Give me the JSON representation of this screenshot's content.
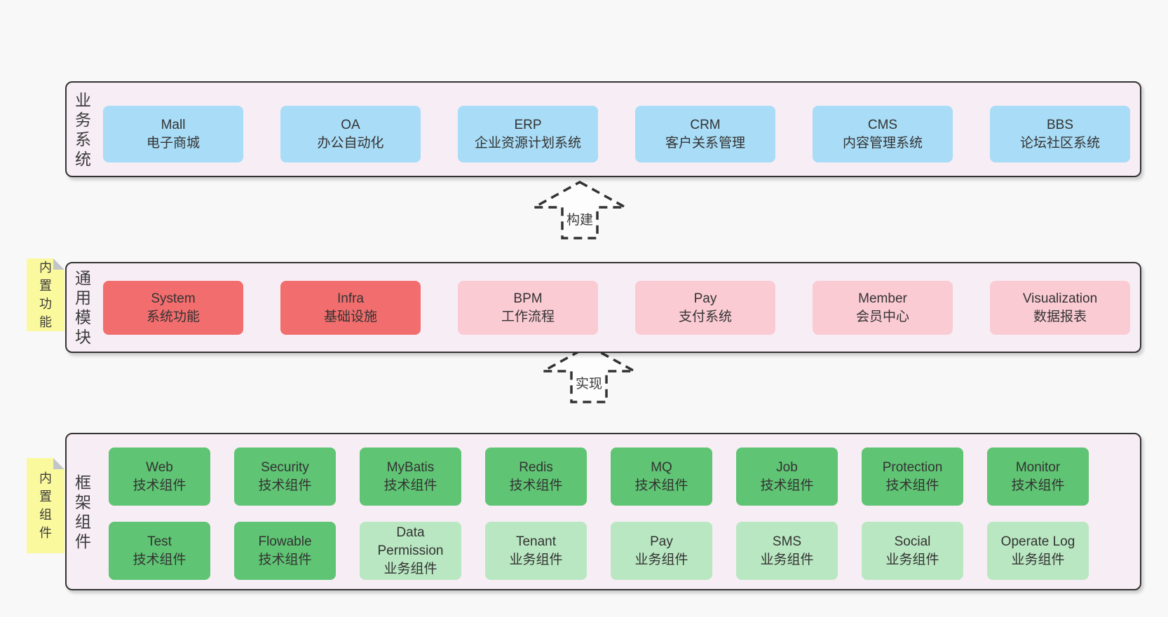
{
  "colors": {
    "page_bg": "#f8f8f8",
    "panel_bg": "#f7edf5",
    "panel_border": "#333333",
    "blue": "#a9dcf6",
    "red": "#f26d6d",
    "pink": "#fbcbd4",
    "green_dark": "#5fc473",
    "green_light": "#b9e7c1",
    "sticky_yellow": "#fbf99d",
    "fold_gray": "#c2c6ca",
    "text": "#333333"
  },
  "panels": [
    {
      "id": "business-systems",
      "label": "业务系统",
      "items": [
        {
          "title": "Mall",
          "subtitle": "电子商城",
          "variant": "blue"
        },
        {
          "title": "OA",
          "subtitle": "办公自动化",
          "variant": "blue"
        },
        {
          "title": "ERP",
          "subtitle": "企业资源计划系统",
          "variant": "blue"
        },
        {
          "title": "CRM",
          "subtitle": "客户关系管理",
          "variant": "blue"
        },
        {
          "title": "CMS",
          "subtitle": "内容管理系统",
          "variant": "blue"
        },
        {
          "title": "BBS",
          "subtitle": "论坛社区系统",
          "variant": "blue"
        }
      ]
    },
    {
      "id": "common-modules",
      "label": "通用模块",
      "items": [
        {
          "title": "System",
          "subtitle": "系统功能",
          "variant": "red"
        },
        {
          "title": "Infra",
          "subtitle": "基础设施",
          "variant": "red"
        },
        {
          "title": "BPM",
          "subtitle": "工作流程",
          "variant": "pink"
        },
        {
          "title": "Pay",
          "subtitle": "支付系统",
          "variant": "pink"
        },
        {
          "title": "Member",
          "subtitle": "会员中心",
          "variant": "pink"
        },
        {
          "title": "Visualization",
          "subtitle": "数据报表",
          "variant": "pink"
        }
      ]
    },
    {
      "id": "framework-components",
      "label": "框架组件",
      "rows": [
        [
          {
            "title": "Web",
            "subtitle": "技术组件",
            "variant": "green-dark"
          },
          {
            "title": "Security",
            "subtitle": "技术组件",
            "variant": "green-dark"
          },
          {
            "title": "MyBatis",
            "subtitle": "技术组件",
            "variant": "green-dark"
          },
          {
            "title": "Redis",
            "subtitle": "技术组件",
            "variant": "green-dark"
          },
          {
            "title": "MQ",
            "subtitle": "技术组件",
            "variant": "green-dark"
          },
          {
            "title": "Job",
            "subtitle": "技术组件",
            "variant": "green-dark"
          },
          {
            "title": "Protection",
            "subtitle": "技术组件",
            "variant": "green-dark"
          },
          {
            "title": "Monitor",
            "subtitle": "技术组件",
            "variant": "green-dark"
          }
        ],
        [
          {
            "title": "Test",
            "subtitle": "技术组件",
            "variant": "green-dark"
          },
          {
            "title": "Flowable",
            "subtitle": "技术组件",
            "variant": "green-dark"
          },
          {
            "title": "Data Permission",
            "subtitle": "业务组件",
            "variant": "green-light"
          },
          {
            "title": "Tenant",
            "subtitle": "业务组件",
            "variant": "green-light"
          },
          {
            "title": "Pay",
            "subtitle": "业务组件",
            "variant": "green-light"
          },
          {
            "title": "SMS",
            "subtitle": "业务组件",
            "variant": "green-light"
          },
          {
            "title": "Social",
            "subtitle": "业务组件",
            "variant": "green-light"
          },
          {
            "title": "Operate Log",
            "subtitle": "业务组件",
            "variant": "green-light"
          }
        ]
      ]
    }
  ],
  "stickies": [
    {
      "text": "内置功能"
    },
    {
      "text": "内置组件"
    }
  ],
  "arrows": [
    {
      "label": "构建"
    },
    {
      "label": "实现"
    }
  ]
}
